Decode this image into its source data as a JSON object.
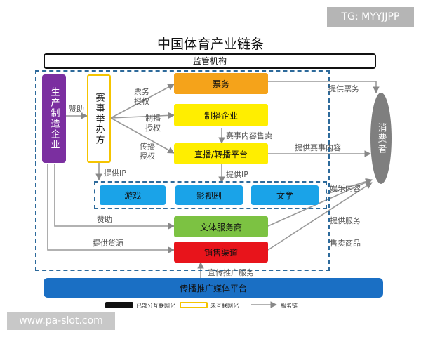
{
  "watermark_tag": "TG: MYYJJPP",
  "watermark_site": "www.pa-slot.com",
  "title": "中国体育产业链条",
  "regulator": "监管机构",
  "producer": "生产制造企业",
  "organizer": "赛事举办方",
  "ticketing": "票务",
  "broadcast_company": "制播企业",
  "live_platform": "直播/转播平台",
  "consumer": "消费者",
  "game": "游戏",
  "film": "影视剧",
  "literature": "文学",
  "culture_sports": "文体服务商",
  "sales_channel": "销售渠道",
  "media_platform": "传播推广媒体平台",
  "labels": {
    "sponsor_top": "赞助",
    "ticket_license": "票务授权",
    "broadcast_license": "制播授权",
    "transmit_license": "传播授权",
    "provide_ip_left": "提供IP",
    "event_content_sale": "赛事内容售卖",
    "provide_ip_mid": "提供IP",
    "sponsor_bottom": "赞助",
    "supply": "提供货源",
    "promotion": "宣传推广服务",
    "provide_tickets": "提供票务",
    "provide_event_content": "提供赛事内容",
    "entertainment_content": "娱乐内容",
    "provide_service": "提供服务",
    "sell_goods": "售卖商品"
  },
  "legend": {
    "partial": "已部分互联网化",
    "none": "未互联网化",
    "service_chain": "服务链"
  },
  "colors": {
    "producer": "#7b2fa0",
    "organizer_border": "#f5c400",
    "orange": "#f5a31a",
    "yellow": "#ffee00",
    "green": "#7cc242",
    "red": "#e8141b",
    "blue": "#1aa3e8",
    "media": "#1a6fc4",
    "consumer": "#7f7f7f",
    "dashed": "#2d6a9b"
  }
}
